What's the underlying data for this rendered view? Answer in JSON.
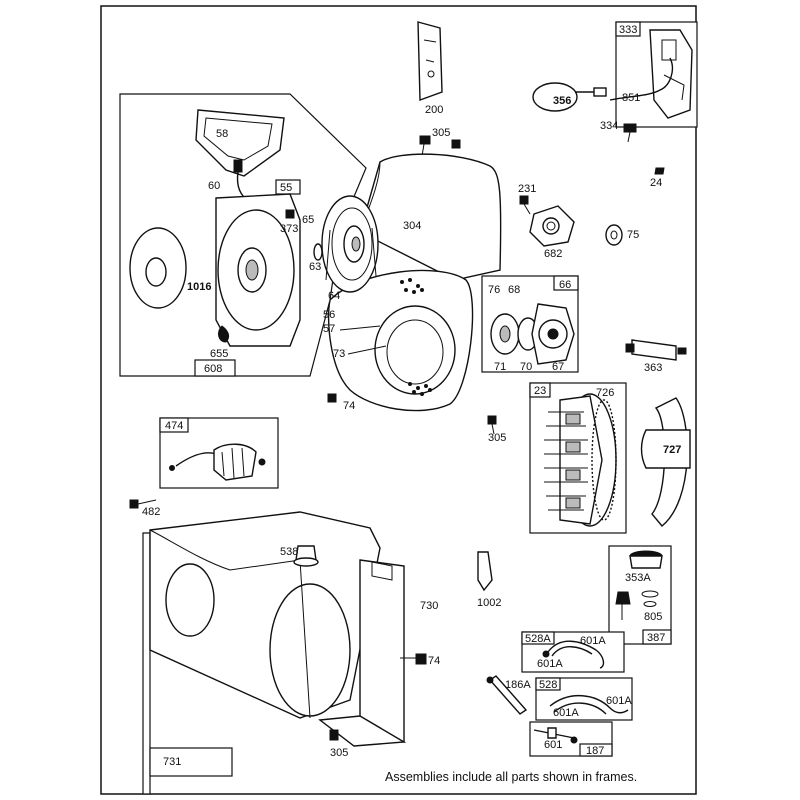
{
  "footnote": "Assemblies include all parts shown in frames.",
  "parts": {
    "p200": "200",
    "p333": "333",
    "p356": "356",
    "p851": "851",
    "p334": "334",
    "p305a": "305",
    "p24": "24",
    "p231": "231",
    "p75": "75",
    "p682": "682",
    "p58": "58",
    "p60": "60",
    "p55": "55",
    "p65": "65",
    "p373": "373",
    "p304": "304",
    "p63": "63",
    "p1016": "1016",
    "p64": "64",
    "p56": "56",
    "p57": "57",
    "p655": "655",
    "p608": "608",
    "p73": "73",
    "p66": "66",
    "p76": "76",
    "p68": "68",
    "p71": "71",
    "p70": "70",
    "p67": "67",
    "p363": "363",
    "p74a": "74",
    "p305b": "305",
    "p23": "23",
    "p726": "726",
    "p727": "727",
    "p474": "474",
    "p482": "482",
    "p538": "538",
    "p730": "730",
    "p1002": "1002",
    "p353A": "353A",
    "p805": "805",
    "p387": "387",
    "p528A": "528A",
    "p601Aa": "601A",
    "p601Ab": "601A",
    "p74b": "74",
    "p186A": "186A",
    "p528": "528",
    "p601Ac": "601A",
    "p601Ad": "601A",
    "p601": "601",
    "p187": "187",
    "p731": "731",
    "p305c": "305"
  }
}
